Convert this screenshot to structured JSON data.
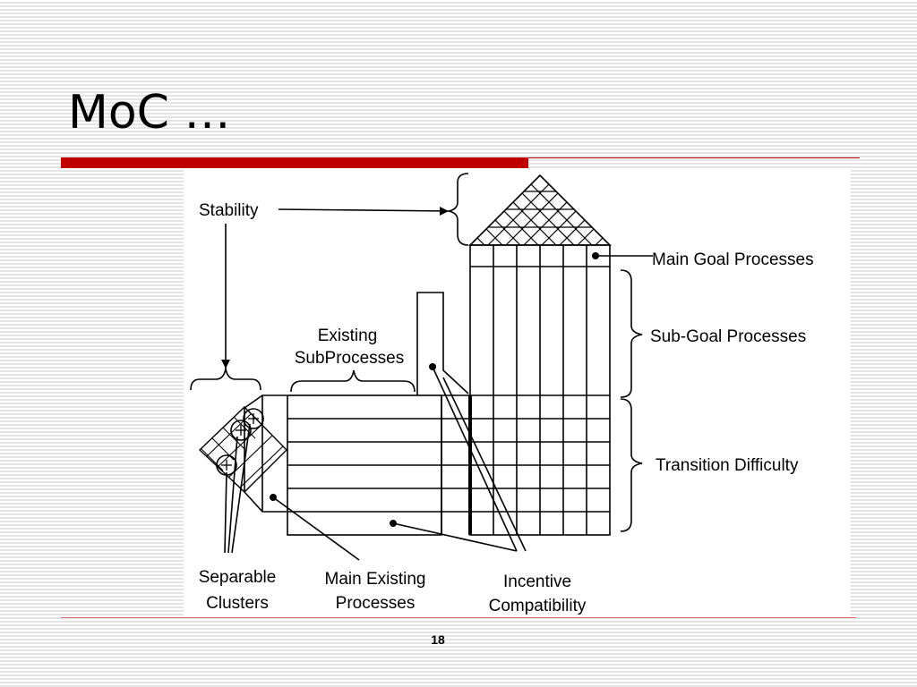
{
  "slide": {
    "title": "MoC …",
    "page_number": "18"
  },
  "diagram": {
    "labels": {
      "stability": "Stability",
      "main_goal_processes": "Main Goal Processes",
      "sub_goal_processes": "Sub-Goal Processes",
      "transition_difficulty": "Transition Difficulty",
      "existing_line1": "Existing",
      "existing_line2": "SubProcesses",
      "separable_line1": "Separable",
      "separable_line2": "Clusters",
      "main_existing_line1": "Main Existing",
      "main_existing_line2": "Processes",
      "incentive_line1": "Incentive",
      "incentive_line2": "Compatibility"
    }
  },
  "colors": {
    "accent_red": "#c00000",
    "line": "#000000"
  }
}
